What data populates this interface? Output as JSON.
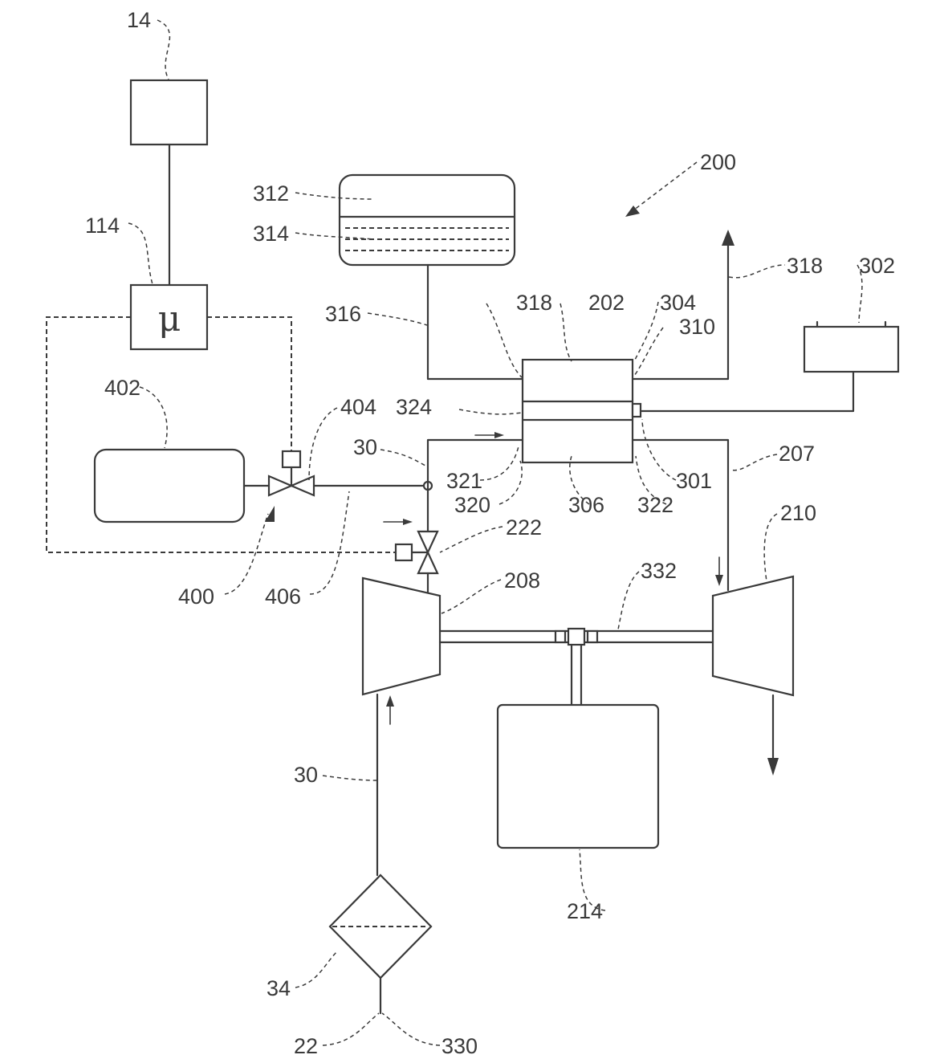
{
  "labels": {
    "l14": "14",
    "l114": "114",
    "l200": "200",
    "l312": "312",
    "l314": "314",
    "l316": "316",
    "l318a": "318",
    "l202": "202",
    "l304": "304",
    "l310": "310",
    "l318b": "318",
    "l302": "302",
    "l402": "402",
    "l404": "404",
    "l324": "324",
    "l30a": "30",
    "l321": "321",
    "l320": "320",
    "l306": "306",
    "l322": "322",
    "l301": "301",
    "l207": "207",
    "l210": "210",
    "l222": "222",
    "l208": "208",
    "l332": "332",
    "l400": "400",
    "l406": "406",
    "l30b": "30",
    "l214": "214",
    "l34": "34",
    "l22": "22",
    "l330": "330"
  },
  "controller_symbol": "μ"
}
